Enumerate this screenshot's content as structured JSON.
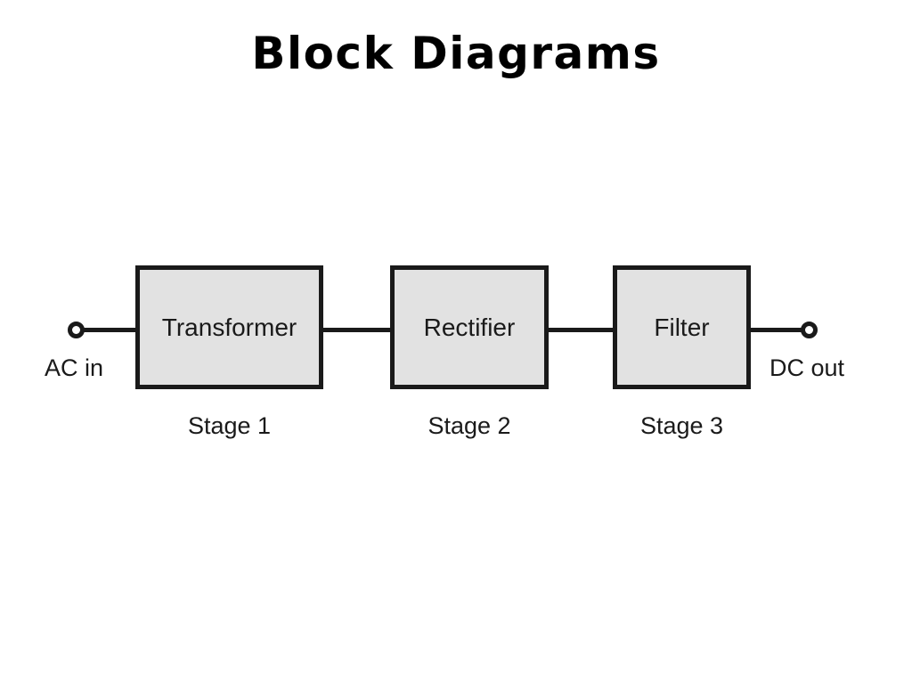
{
  "slide": {
    "title": "Block Diagrams",
    "background_color": "#ffffff"
  },
  "diagram": {
    "type": "block-diagram",
    "flow_direction": "left-to-right",
    "line_color": "#1a1a1a",
    "block_fill_color": "#e2e2e2",
    "block_border_color": "#1a1a1a",
    "input_port": {
      "label": "AC in",
      "symbol": "open-circle-terminal"
    },
    "output_port": {
      "label": "DC out",
      "symbol": "open-circle-terminal"
    },
    "blocks": [
      {
        "label": "Transformer",
        "caption": "Stage 1"
      },
      {
        "label": "Rectifier",
        "caption": "Stage 2"
      },
      {
        "label": "Filter",
        "caption": "Stage 3"
      }
    ]
  }
}
